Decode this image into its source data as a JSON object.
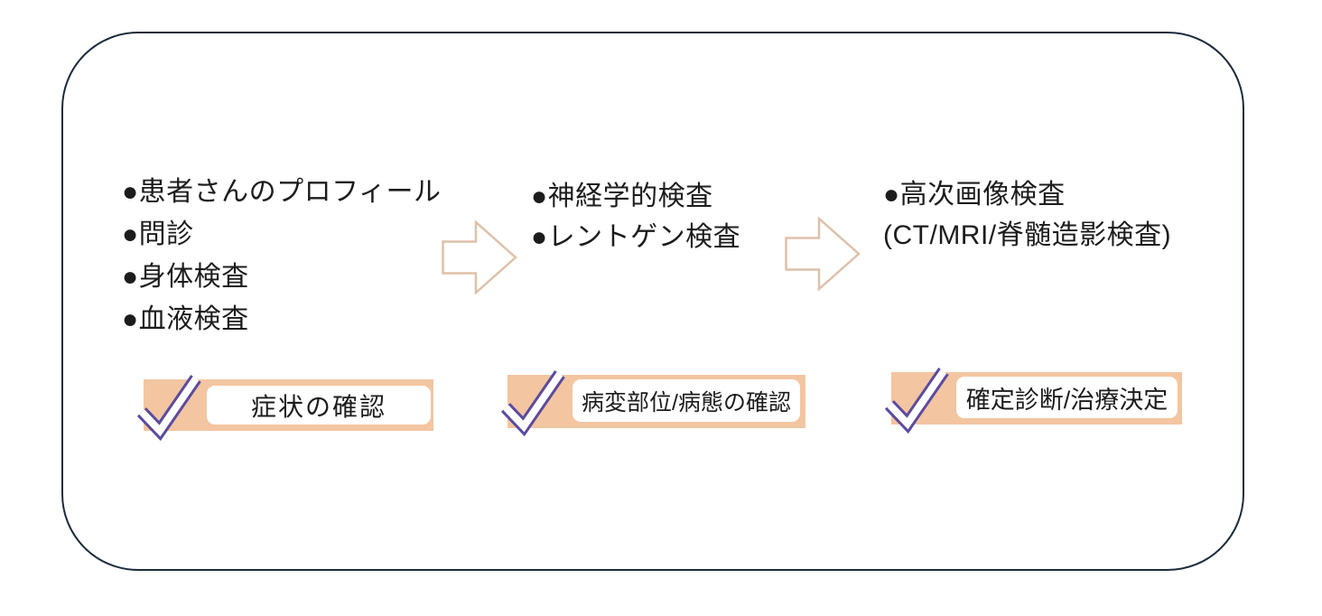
{
  "flow": {
    "columns": [
      {
        "items": [
          "●患者さんのプロフィール",
          "●問診",
          "●身体検査",
          "●血液検査"
        ],
        "check_label": "症状の確認"
      },
      {
        "items": [
          "●神経学的検査",
          "●レントゲン検査"
        ],
        "check_label": "病変部位/病態の確認"
      },
      {
        "items": [
          "●高次画像検査",
          "(CT/MRI/脊髄造影検査)"
        ],
        "check_label": "確定診断/治療決定"
      }
    ]
  },
  "icons": {
    "arrow": "right-block-arrow",
    "check": "checkmark"
  },
  "colors": {
    "navy": "#1b2b3c",
    "peach": "#f3c5a1",
    "arrow": "#ddc1a9",
    "purple": "#5b4b9e",
    "text": "#1c1c1c"
  }
}
